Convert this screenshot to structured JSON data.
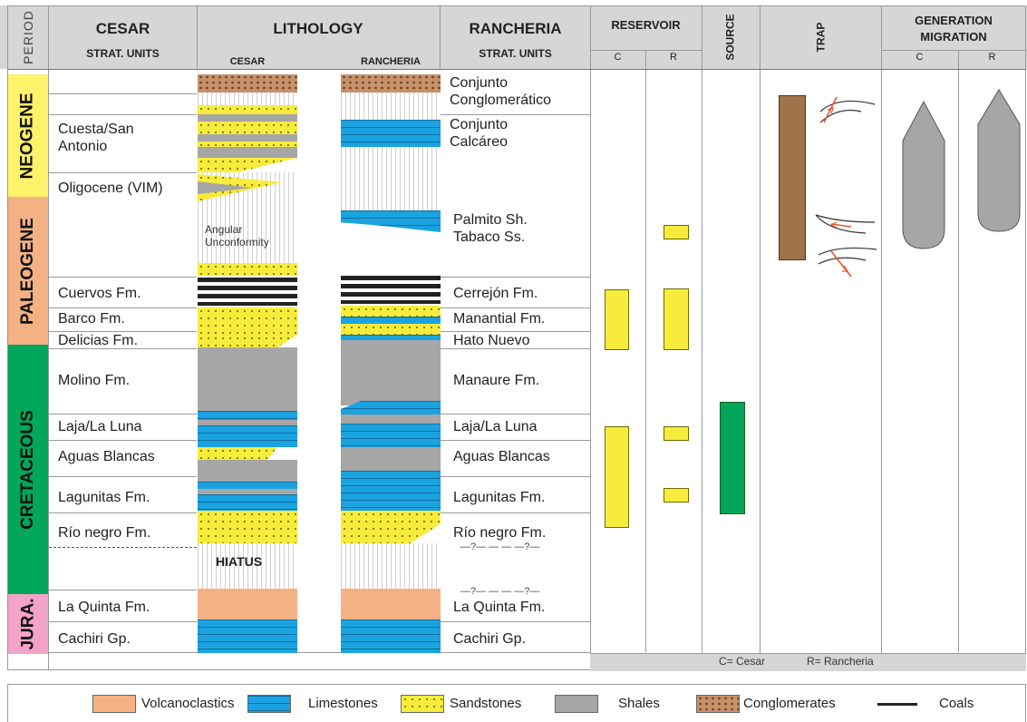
{
  "headers": {
    "period": "PERIOD",
    "cesar_title": "CESAR",
    "cesar_sub": "STRAT. UNITS",
    "lithology": "LITHOLOGY",
    "lith_cesar": "CESAR",
    "lith_rancheria": "RANCHERIA",
    "rancheria_title": "RANCHERIA",
    "rancheria_sub": "STRAT. UNITS",
    "reservoir": "RESERVOIR",
    "res_c": "C",
    "res_r": "R",
    "source": "SOURCE",
    "trap": "TRAP",
    "gen_line1": "GENERATION",
    "gen_line2": "MIGRATION",
    "gen_c": "C",
    "gen_r": "R"
  },
  "periods": [
    "NEOGENE",
    "PALEOGENE",
    "CRETACEOUS",
    "JURA."
  ],
  "cesar_units": [
    "Cuesta/San Antonio",
    "Oligocene (VIM)",
    "Cuervos Fm.",
    "Barco Fm.",
    "Delicias Fm.",
    "Molino Fm.",
    "Laja/La Luna",
    "Aguas Blancas",
    "Lagunitas Fm.",
    "Río negro Fm.",
    "La Quinta Fm.",
    "Cachiri Gp."
  ],
  "rancheria_units": [
    "Conjunto Conglomerático",
    "Conjunto Calcáreo",
    "Palmito Sh. Tabaco Ss.",
    "Cerrejón Fm.",
    "Manantial Fm.",
    "Hato Nuevo",
    "Manaure Fm.",
    "Laja/La Luna",
    "Aguas Blancas",
    "Lagunitas Fm.",
    "Río negro Fm.",
    "La Quinta Fm.",
    "Cachiri Gp."
  ],
  "annotations": {
    "angular": "Angular Unconformity",
    "hiatus": "HIATUS",
    "q_upper": "—?— — — —?—",
    "q_lower": "—?— — — —?—",
    "footer_c": "C= Cesar",
    "footer_r": "R= Rancheria"
  },
  "legend": [
    {
      "label": "Volcanoclastics",
      "pattern": "volcanoclastics"
    },
    {
      "label": "Limestones",
      "pattern": "limestones"
    },
    {
      "label": "Sandstones",
      "pattern": "sandstones"
    },
    {
      "label": "Shales",
      "pattern": "shales"
    },
    {
      "label": "Conglomerates",
      "pattern": "conglomerates"
    },
    {
      "label": "Coals",
      "pattern": "coals"
    }
  ],
  "colors": {
    "neogene": "#fef36a",
    "paleogene": "#f4b183",
    "cretaceous": "#00a65a",
    "jurassic": "#f2a3c7",
    "reservoir": "#f7ec3c",
    "source": "#00a65a",
    "trap": "#a0744a",
    "migration": "#a6a6a6",
    "fault": "#e8542b"
  }
}
